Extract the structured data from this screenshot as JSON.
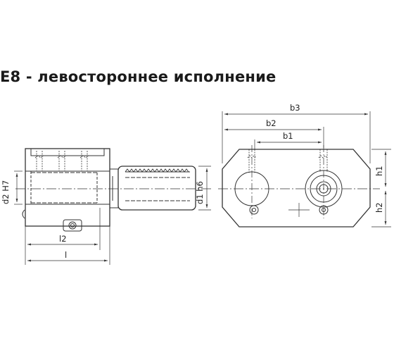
{
  "title": "E8 - левостороннее исполнение",
  "dimensions": {
    "side_view": {
      "d2": "d2 H7",
      "d1": "d1 h6",
      "l2": "l2",
      "l": "l"
    },
    "front_view": {
      "b3": "b3",
      "b2": "b2",
      "b1": "b1",
      "h1": "h1",
      "h2": "h2"
    }
  },
  "colors": {
    "line": "#333333",
    "hatch": "#555555"
  }
}
